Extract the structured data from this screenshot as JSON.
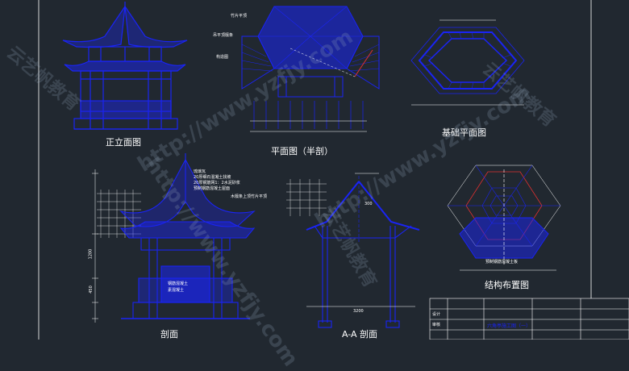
{
  "colors": {
    "background": "#212830",
    "drawing": "#1a24f5",
    "annotation": "#ffffff",
    "accent": "#e03030",
    "watermark": "#96aabe"
  },
  "views": {
    "front_elevation": "正立面图",
    "plan_half_section": "平面图（半剖）",
    "foundation_plan": "基础平面图",
    "section": "剖面",
    "section_aa": "A-A 剖面",
    "structure_layout": "结构布置图"
  },
  "annotations": {
    "bamboo_roof": "竹片平顶",
    "hanging_ceiling": "吊平顶檩条",
    "frame": "构造图",
    "layer1": "琉璃瓦",
    "layer2": "20厚细石混凝土找坡",
    "layer3": "20厚钢筋网1：2水泥砂浆",
    "layer4": "预制钢筋混凝土屋面",
    "eave_note": "木檩条上顶竹片平顶",
    "floor_note": "钢筋混凝土",
    "plinth_note": "素混凝土",
    "structure_note": "预制钢筋混凝土板",
    "dim_300": "300",
    "dim_3200": "3200",
    "dim_1200": "1200",
    "dim_450": "450"
  },
  "title_block": {
    "project": "六角亭施工图（一）",
    "designer": "设计",
    "checker": "审核"
  },
  "watermarks": {
    "url": "http://www.yzfjy.com",
    "brand": "云艺帆教育"
  }
}
